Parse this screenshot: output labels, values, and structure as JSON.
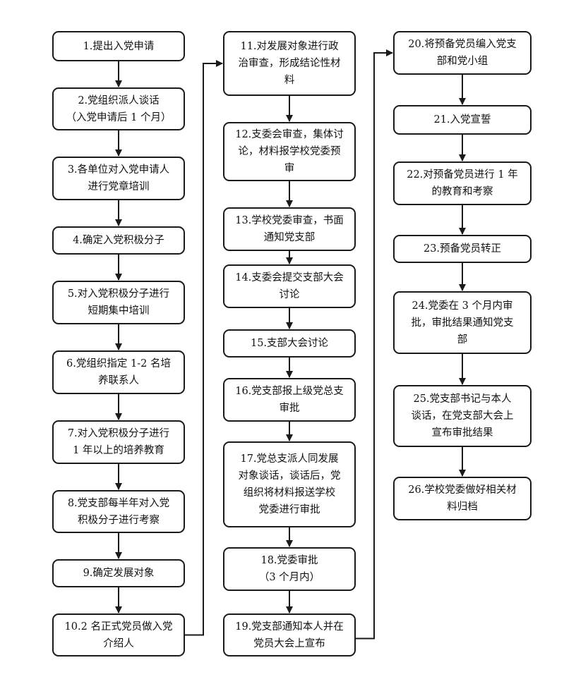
{
  "steps": [
    {
      "id": "s1",
      "lines": [
        "1.提出入党申请"
      ]
    },
    {
      "id": "s2",
      "lines": [
        "2.党组织派人谈话",
        "（入党申请后 1 个月）"
      ]
    },
    {
      "id": "s3",
      "lines": [
        "3.各单位对入党申请人",
        "进行党章培训"
      ]
    },
    {
      "id": "s4",
      "lines": [
        "4.确定入党积极分子"
      ]
    },
    {
      "id": "s5",
      "lines": [
        "5.对入党积极分子进行",
        "短期集中培训"
      ]
    },
    {
      "id": "s6",
      "lines": [
        "6.党组织指定 1-2 名培",
        "养联系人"
      ]
    },
    {
      "id": "s7",
      "lines": [
        "7.对入党积极分子进行",
        "1 年以上的培养教育"
      ]
    },
    {
      "id": "s8",
      "lines": [
        "8.党支部每半年对入党",
        "积极分子进行考察"
      ]
    },
    {
      "id": "s9",
      "lines": [
        "9.确定发展对象"
      ]
    },
    {
      "id": "s10",
      "lines": [
        "10.2 名正式党员做入党",
        "介绍人"
      ]
    },
    {
      "id": "s11",
      "lines": [
        "11.对发展对象进行政",
        "治审查，形成结论性材",
        "料"
      ]
    },
    {
      "id": "s12",
      "lines": [
        "12.支委会审查，集体讨",
        "论，材料报学校党委预",
        "审"
      ]
    },
    {
      "id": "s13",
      "lines": [
        "13.学校党委审查，书面",
        "通知党支部"
      ]
    },
    {
      "id": "s14",
      "lines": [
        "14.支委会提交支部大会",
        "讨论"
      ]
    },
    {
      "id": "s15",
      "lines": [
        "15.支部大会讨论"
      ]
    },
    {
      "id": "s16",
      "lines": [
        "16.党支部报上级党总支",
        "审批"
      ]
    },
    {
      "id": "s17",
      "lines": [
        "17.党总支派人同发展",
        "对象谈话，谈话后，党",
        "组织将材料报送学校",
        "党委进行审批"
      ]
    },
    {
      "id": "s18",
      "lines": [
        "18.党委审批",
        "（3 个月内）"
      ]
    },
    {
      "id": "s19",
      "lines": [
        "19.党支部通知本人并在",
        "党员大会上宣布"
      ]
    },
    {
      "id": "s20",
      "lines": [
        "20.将预备党员编入党支",
        "部和党小组"
      ]
    },
    {
      "id": "s21",
      "lines": [
        "21.入党宣誓"
      ]
    },
    {
      "id": "s22",
      "lines": [
        "22.对预备党员进行 1 年",
        "的教育和考察"
      ]
    },
    {
      "id": "s23",
      "lines": [
        "23.预备党员转正"
      ]
    },
    {
      "id": "s24",
      "lines": [
        "24.党委在 3 个月内审",
        "批，审批结果通知党支",
        "部"
      ]
    },
    {
      "id": "s25",
      "lines": [
        "25.党支部书记与本人",
        "谈话，在党支部大会上",
        "宣布审批结果"
      ]
    },
    {
      "id": "s26",
      "lines": [
        "26.学校党委做好相关材",
        "料归档"
      ]
    }
  ]
}
